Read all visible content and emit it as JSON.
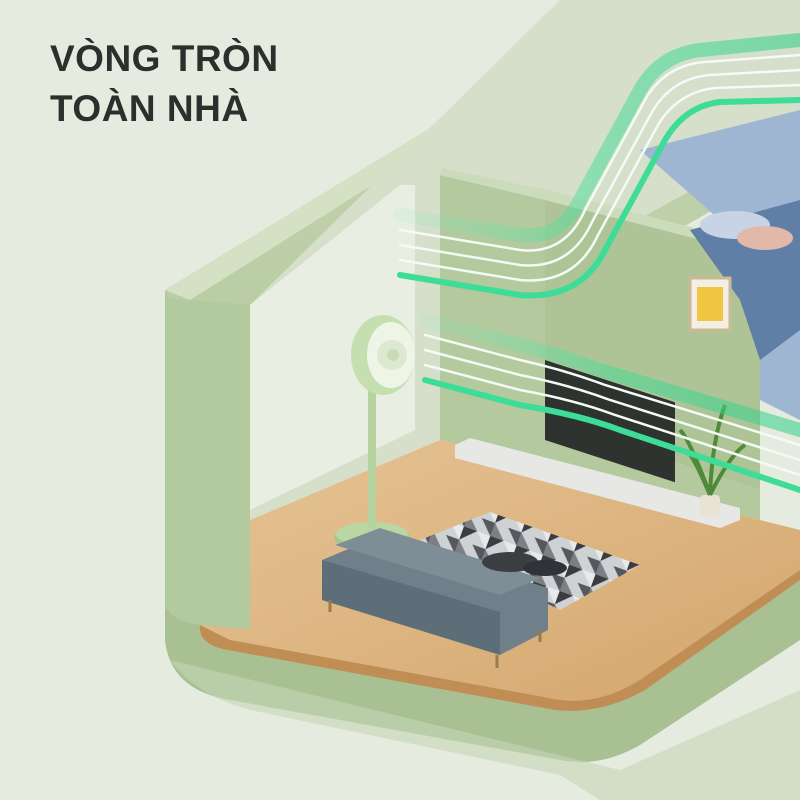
{
  "headline": {
    "line1": "VÒNG TRÒN",
    "line2": "TOÀN NHÀ"
  },
  "colors": {
    "background": "#e6ebdf",
    "wall": "#b9cda5",
    "wall_dark": "#a3ba8d",
    "floor": "#dcb481",
    "airflow": "#3ddc97",
    "sofa": "#6d7e87",
    "text": "#2c2f2b"
  },
  "icons": [
    "standing-fan",
    "sofa",
    "geometric-rug",
    "potted-plant",
    "wall-art",
    "bed",
    "airflow-streams"
  ]
}
